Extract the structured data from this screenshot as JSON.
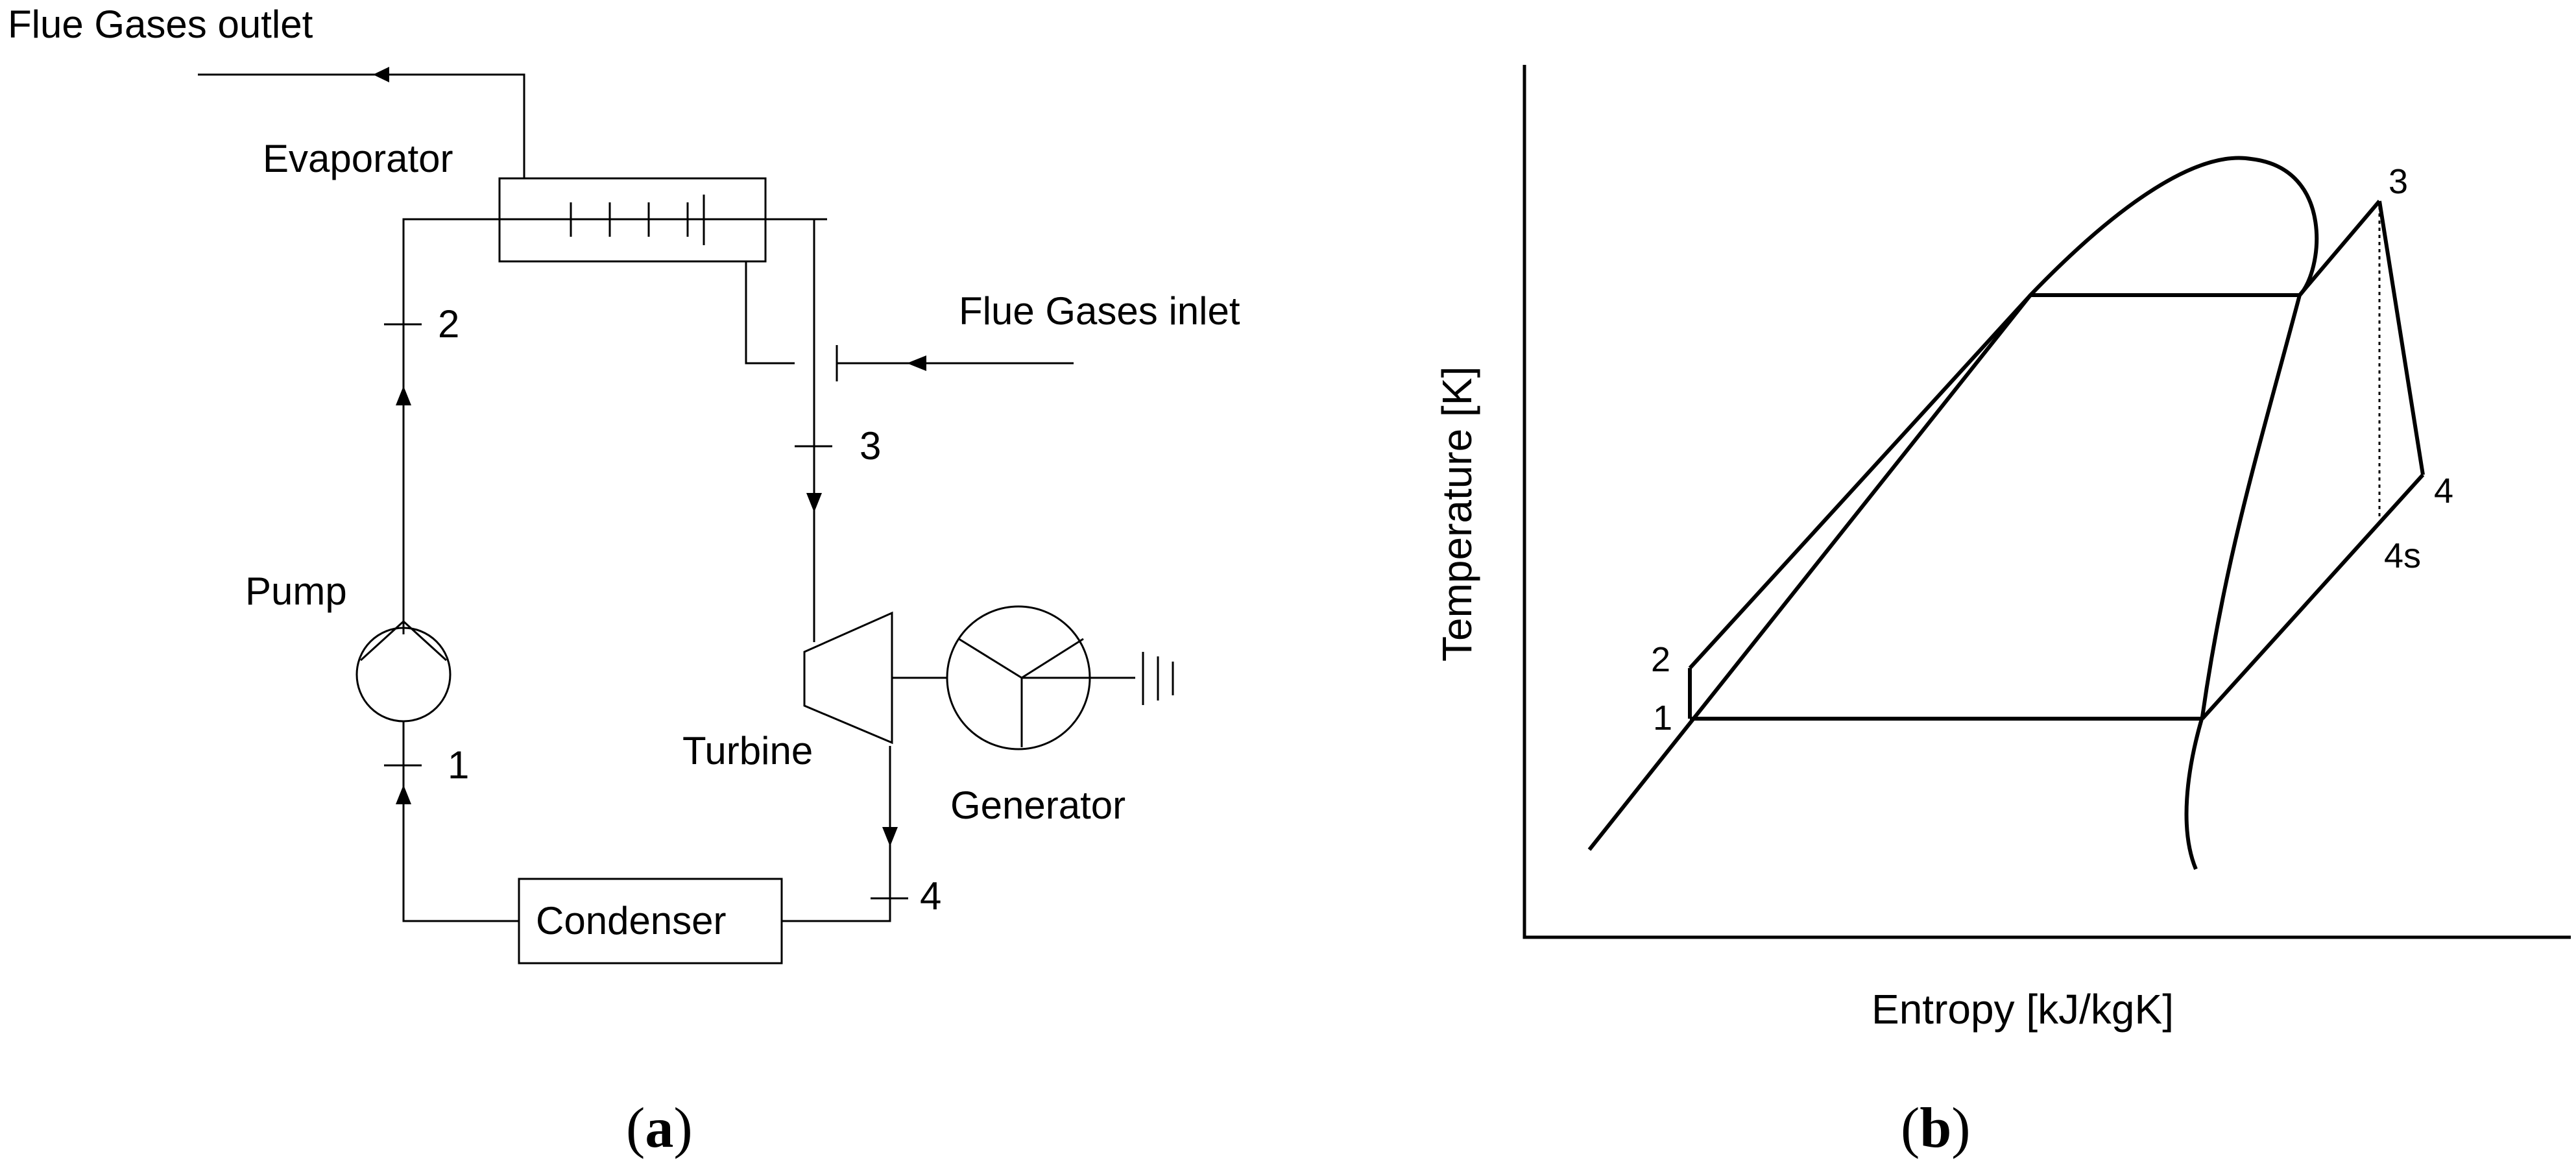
{
  "panel_a": {
    "flue_outlet_label": "Flue Gases outlet",
    "flue_inlet_label": "Flue Gases inlet",
    "evaporator_label": "Evaporator",
    "pump_label": "Pump",
    "turbine_label": "Turbine",
    "generator_label": "Generator",
    "condenser_label": "Condenser",
    "state_1": "1",
    "state_2": "2",
    "state_3": "3",
    "state_4": "4",
    "caption_letter": "a",
    "caption_open": "(",
    "caption_close": ")"
  },
  "panel_b": {
    "ylabel": "Temperature [K]",
    "xlabel": "Entropy [kJ/kgK]",
    "state_1": "1",
    "state_2": "2",
    "state_3": "3",
    "state_4": "4",
    "state_4s": "4s",
    "caption_letter": "b",
    "caption_open": "(",
    "caption_close": ")"
  }
}
